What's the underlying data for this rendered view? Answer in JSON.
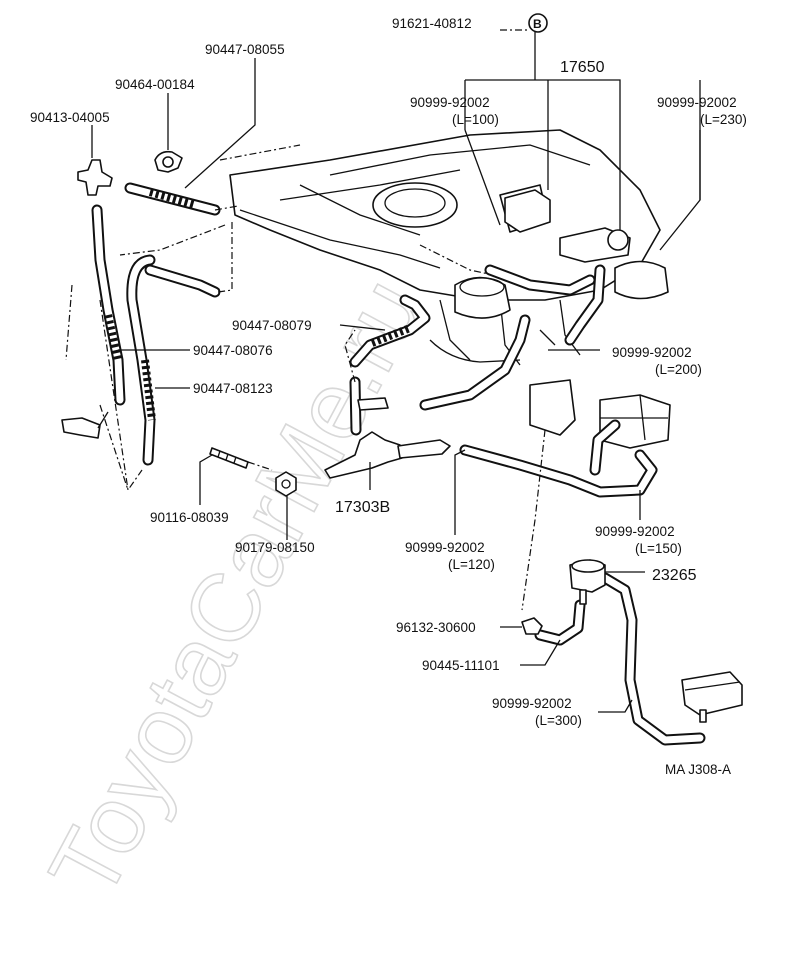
{
  "watermark": "ToyotaCarMe.ru",
  "diagram_id": "MA J308-A",
  "callout_b": "B",
  "labels": {
    "p91621": "91621-40812",
    "p17650": "17650",
    "p90447_08055": "90447-08055",
    "p90464": "90464-00184",
    "p90413": "90413-04005",
    "p90999_100_a": "90999-92002",
    "p90999_100_b": "(L=100)",
    "p90999_230_a": "90999-92002",
    "p90999_230_b": "(L=230)",
    "p90447_08079": "90447-08079",
    "p90447_08076": "90447-08076",
    "p90447_08123": "90447-08123",
    "p90999_200_a": "90999-92002",
    "p90999_200_b": "(L=200)",
    "p90116": "90116-08039",
    "p17303B": "17303B",
    "p90179": "90179-08150",
    "p90999_120_a": "90999-92002",
    "p90999_120_b": "(L=120)",
    "p90999_150_a": "90999-92002",
    "p90999_150_b": "(L=150)",
    "p23265": "23265",
    "p96132": "96132-30600",
    "p90445": "90445-11101",
    "p90999_300_a": "90999-92002",
    "p90999_300_b": "(L=300)"
  }
}
